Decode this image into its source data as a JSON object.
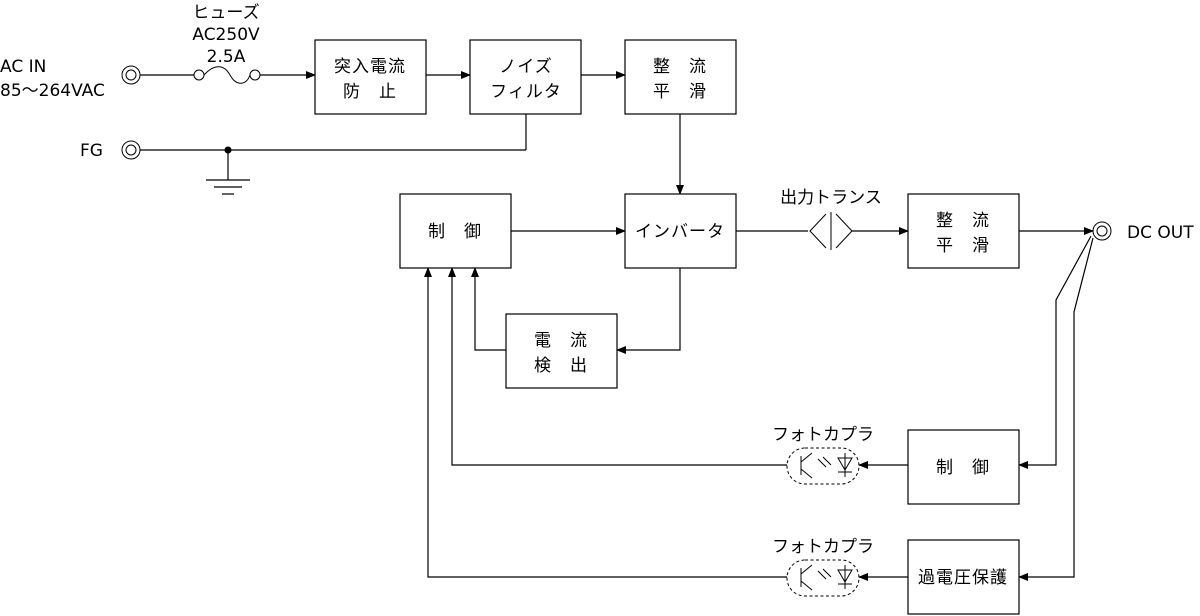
{
  "inputs": {
    "ac_in_label": "AC IN",
    "ac_in_range": "85～264VAC",
    "fg_label": "FG"
  },
  "fuse": {
    "name": "ヒューズ",
    "rating_voltage": "AC250V",
    "rating_current": "2.5A"
  },
  "blocks": {
    "inrush": [
      "突入電流",
      "防　止"
    ],
    "noise_filter": [
      "ノイズ",
      "フィルタ"
    ],
    "rectifier_1": [
      "整　流",
      "平　滑"
    ],
    "control_main": "制　御",
    "inverter": "インバータ",
    "current_detect": [
      "電　流",
      "検　出"
    ],
    "rectifier_2": [
      "整　流",
      "平　滑"
    ],
    "control_sub": "制　御",
    "overvoltage": "過電圧保護"
  },
  "labels": {
    "transformer": "出力トランス",
    "dc_out": "DC OUT",
    "photocoupler_1": "フォトカプラ",
    "photocoupler_2": "フォトカプラ"
  },
  "colors": {
    "line": "#000000",
    "background": "#ffffff"
  }
}
